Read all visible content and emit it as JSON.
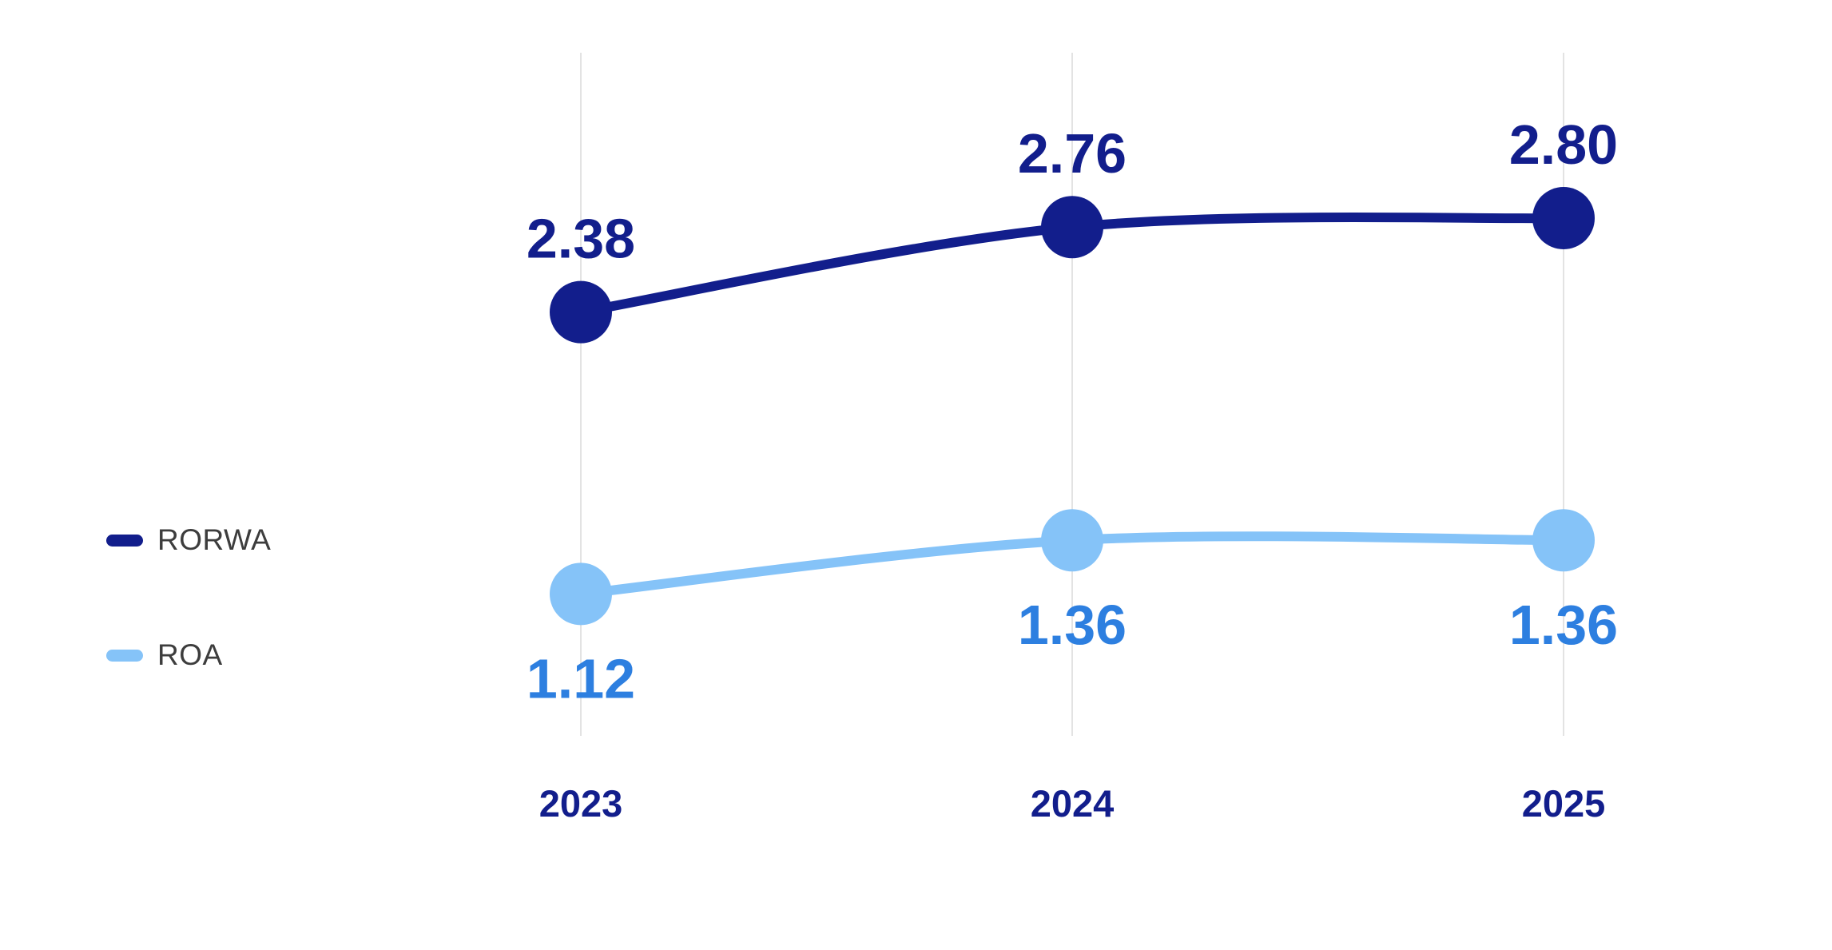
{
  "chart_data": {
    "type": "line",
    "categories": [
      "2023",
      "2024",
      "2025"
    ],
    "series": [
      {
        "name": "RORWA",
        "values": [
          2.38,
          2.76,
          2.8
        ],
        "color": "#121E8C",
        "label_color": "#121E8C",
        "label_position": "above"
      },
      {
        "name": "ROA",
        "values": [
          1.12,
          1.36,
          1.36
        ],
        "color": "#85C3F8",
        "label_color": "#2D7FE0",
        "label_position": "below"
      }
    ],
    "title": "",
    "xlabel": "",
    "ylabel": "",
    "ylim": [
      0.5,
      3.3
    ],
    "grid": "vertical-only",
    "legend_position": "left",
    "value_decimals": 2
  },
  "colors": {
    "grid": "#E3E3E3",
    "axis_label": "#121E8C",
    "legend_text": "#3D3D3D",
    "background": "#FFFFFF"
  }
}
